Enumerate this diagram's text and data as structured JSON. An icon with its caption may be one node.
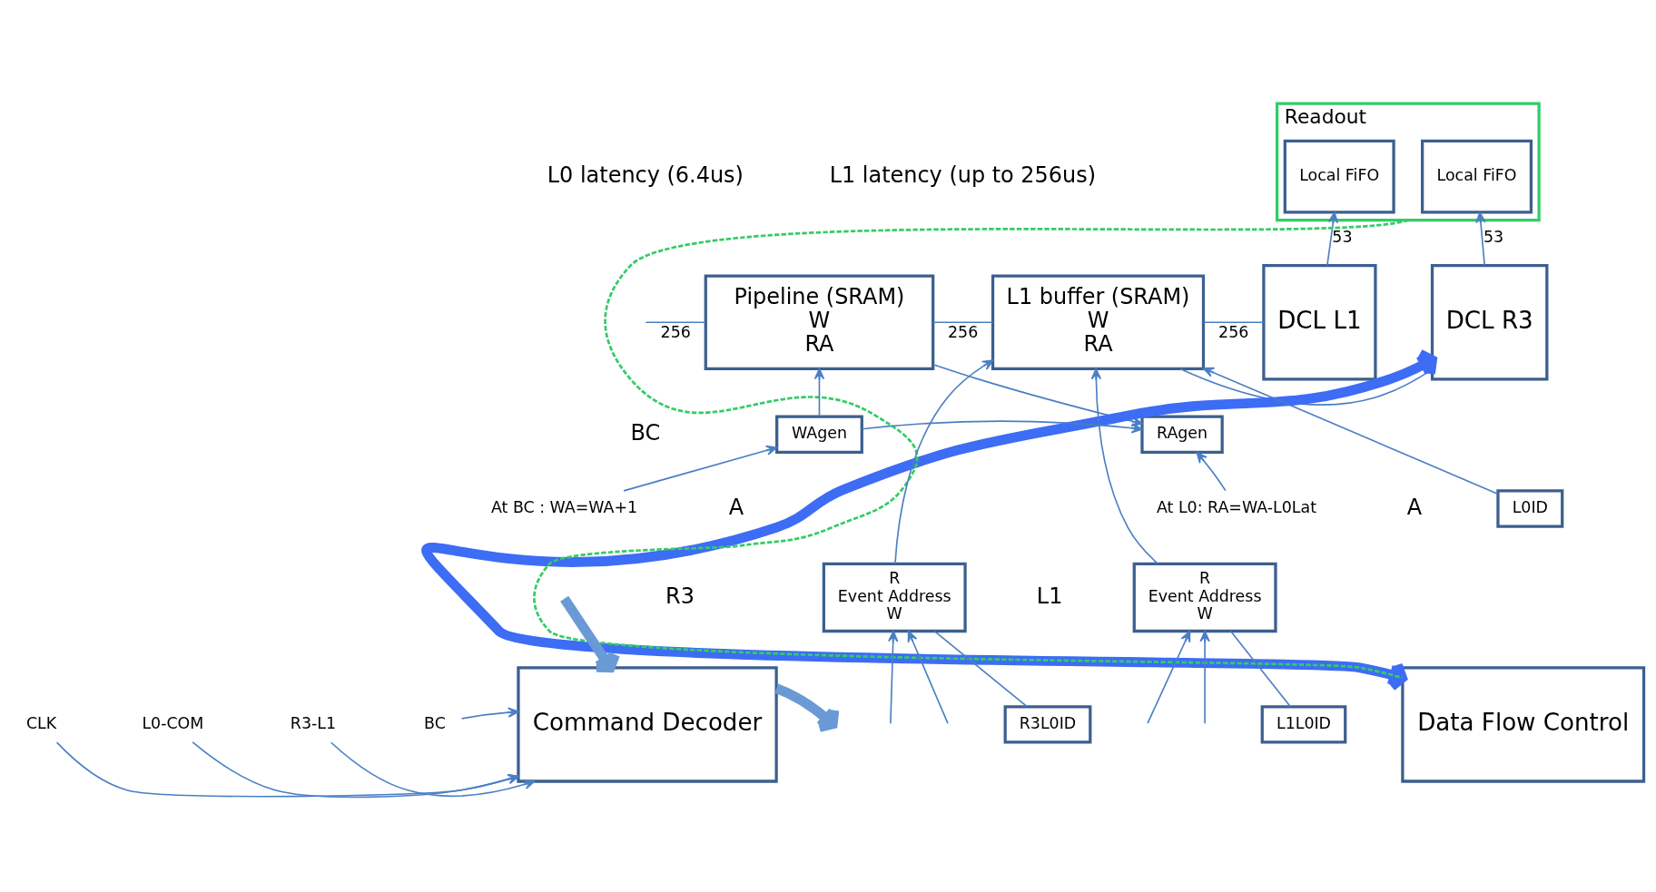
{
  "diagram": {
    "nodes": [
      {
        "text": [
          "Pipeline (SRAM)",
          "W",
          "RA"
        ]
      },
      {
        "text": [
          "L1 buffer (SRAM)",
          "W",
          "RA"
        ]
      },
      {
        "text": [
          "DCL L1"
        ]
      },
      {
        "text": [
          "DCL R3"
        ]
      },
      {
        "text": [
          "Readout"
        ]
      },
      {
        "text": [
          "Local FiFO"
        ],
        "in": 4
      },
      {
        "text": [
          "Local FiFO"
        ],
        "in": 4
      },
      {
        "text": [
          "WAgen"
        ]
      },
      {
        "text": [
          "RAgen"
        ]
      },
      {
        "text": [
          "L0ID"
        ]
      },
      {
        "text": [
          "R",
          "Event Address",
          "W"
        ]
      },
      {
        "text": [
          "R",
          "Event Address",
          "W"
        ]
      },
      {
        "text": [
          "R3L0ID"
        ]
      },
      {
        "text": [
          "L1L0ID"
        ]
      },
      {
        "text": [
          "Command Decoder"
        ]
      },
      {
        "text": [
          "Data Flow Control"
        ]
      },
      {
        "text": [
          "At BC : WA=WA+1"
        ]
      },
      {
        "text": [
          "At L0: RA=WA-L0Lat"
        ]
      },
      {
        "text": [
          "CLK"
        ]
      },
      {
        "text": [
          "L0-COM"
        ]
      },
      {
        "text": [
          "R3-L1"
        ]
      },
      {
        "text": [
          "BC"
        ]
      }
    ],
    "edges": [
      {
        "from": null,
        "to": 0,
        "arrow": "none",
        "label": "256"
      },
      {
        "from": 0,
        "to": 1,
        "arrow": "none",
        "label": "256"
      },
      {
        "from": 1,
        "to": 2,
        "arrow": "none",
        "label": "256"
      },
      {
        "from": 1,
        "to": 3,
        "arrow": "none"
      },
      {
        "from": 2,
        "to": 5,
        "arrow": "to",
        "label": "53"
      },
      {
        "from": 3,
        "to": 6,
        "arrow": "to",
        "label": "53"
      },
      {
        "from": 7,
        "to": 0,
        "arrow": "to"
      },
      {
        "from": 16,
        "to": 7,
        "arrow": "to"
      },
      {
        "from": 7,
        "to": 8,
        "arrow": "to"
      },
      {
        "from": 17,
        "to": 8,
        "arrow": "to"
      },
      {
        "from": 0,
        "to": 8,
        "arrow": "to"
      },
      {
        "from": 9,
        "to": 1,
        "arrow": "to"
      },
      {
        "from": 10,
        "to": 1,
        "arrow": "to"
      },
      {
        "from": 11,
        "to": 1,
        "arrow": "to"
      },
      {
        "from": null,
        "to": 10,
        "arrow": "to"
      },
      {
        "from": null,
        "to": 10,
        "arrow": "to"
      },
      {
        "from": null,
        "to": 11,
        "arrow": "to"
      },
      {
        "from": null,
        "to": 11,
        "arrow": "to"
      },
      {
        "from": 12,
        "to": 10,
        "arrow": "none"
      },
      {
        "from": 13,
        "to": 11,
        "arrow": "none"
      },
      {
        "from": 18,
        "to": 14,
        "arrow": "to"
      },
      {
        "from": 19,
        "to": 14,
        "arrow": "to"
      },
      {
        "from": 20,
        "to": 14,
        "arrow": "to"
      },
      {
        "from": 21,
        "to": 14,
        "arrow": "to"
      },
      {
        "from": null,
        "to": 14,
        "arrow": "to",
        "style": "thick"
      },
      {
        "from": 14,
        "to": null,
        "arrow": "to",
        "style": "thick"
      },
      {
        "from": 3,
        "to": 15,
        "arrow": "both",
        "style": "thick",
        "color": "#3d6cf5"
      },
      {
        "from": 4,
        "to": 15,
        "arrow": "none",
        "style": "dashed",
        "color": "#33cc66"
      }
    ],
    "labels": [
      "L0 latency (6.4us)",
      "L1 latency (up to 256us)",
      "A",
      "A",
      "BC",
      "R3",
      "L1"
    ]
  }
}
